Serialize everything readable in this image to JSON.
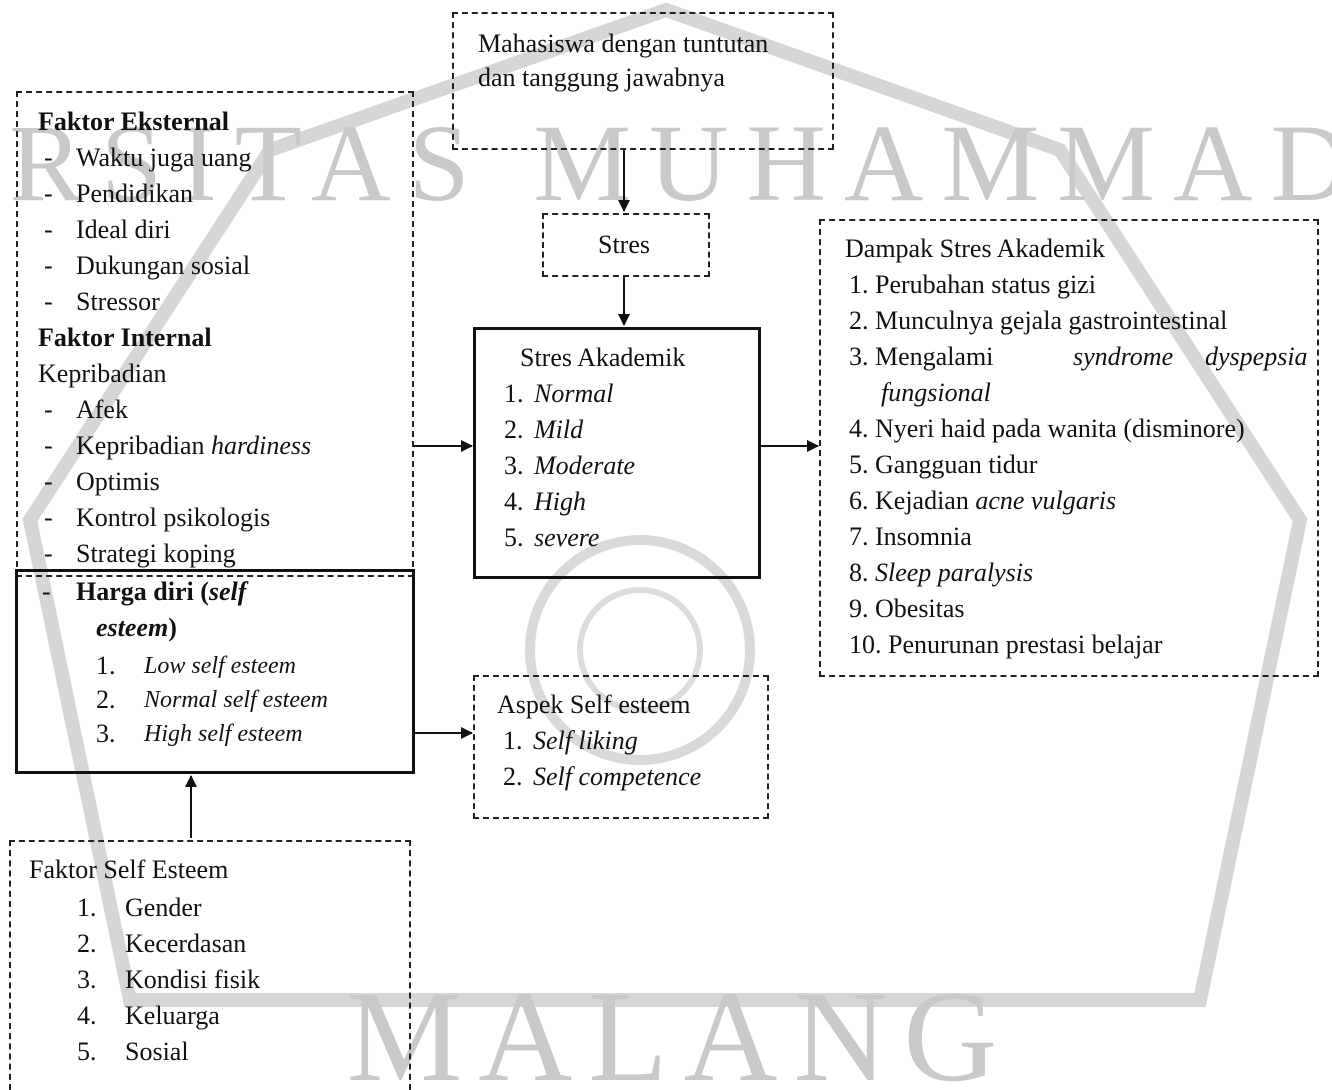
{
  "watermark": {
    "top_text": "UNIVERSITAS MUHAMMADIYAH",
    "bottom_text": "MALANG"
  },
  "mahasiswa": {
    "line1": "Mahasiswa dengan tuntutan",
    "line2": "dan tanggung jawabnya"
  },
  "stres": {
    "label": "Stres"
  },
  "faktor": {
    "eksternal_title": "Faktor Eksternal",
    "eksternal_items": [
      "Waktu juga uang",
      "Pendidikan",
      "Ideal diri",
      "Dukungan sosial",
      "Stressor"
    ],
    "internal_title": "Faktor Internal",
    "kepribadian": "Kepribadian",
    "internal_items": [
      "Afek",
      "Kepribadian ",
      "hardiness",
      "Optimis",
      "Kontrol psikologis",
      "Strategi koping"
    ],
    "dash": "-"
  },
  "harga_diri": {
    "title_a": "Harga diri (",
    "title_b": "self",
    "title_c": "esteem",
    "title_d": ")",
    "items": [
      "Low self esteem",
      "Normal self esteem",
      "High self esteem"
    ],
    "numbers": [
      "1.",
      "2.",
      "3."
    ]
  },
  "stres_akademik": {
    "title": "Stres Akademik",
    "numbers": [
      "1.",
      "2.",
      "3.",
      "4.",
      "5."
    ],
    "items": [
      "Normal",
      "Mild",
      "Moderate",
      "High",
      "severe"
    ]
  },
  "dampak": {
    "title": "Dampak Stres Akademik",
    "items": [
      "1. Perubahan status gizi",
      "2. Munculnya gejala gastrointestinal",
      "3. Mengalami",
      "syndrome",
      "dyspepsia",
      "fungsional",
      "4. Nyeri haid pada wanita (disminore)",
      "5. Gangguan tidur",
      "6. Kejadian ",
      "acne vulgaris",
      "7. Insomnia",
      "8. ",
      "Sleep paralysis",
      "9. Obesitas",
      "10.  Penurunan prestasi belajar"
    ]
  },
  "aspek": {
    "title": "Aspek Self esteem",
    "numbers": [
      "1.",
      "2."
    ],
    "items": [
      "Self liking",
      "Self competence"
    ]
  },
  "faktor_se": {
    "title": "Faktor Self Esteem",
    "numbers": [
      "1.",
      "2.",
      "3.",
      "4.",
      "5."
    ],
    "items": [
      "Gender",
      "Kecerdasan",
      "Kondisi fisik",
      "Keluarga",
      "Sosial"
    ]
  },
  "colors": {
    "watermark": "#c9c9c9",
    "border": "#111111"
  }
}
